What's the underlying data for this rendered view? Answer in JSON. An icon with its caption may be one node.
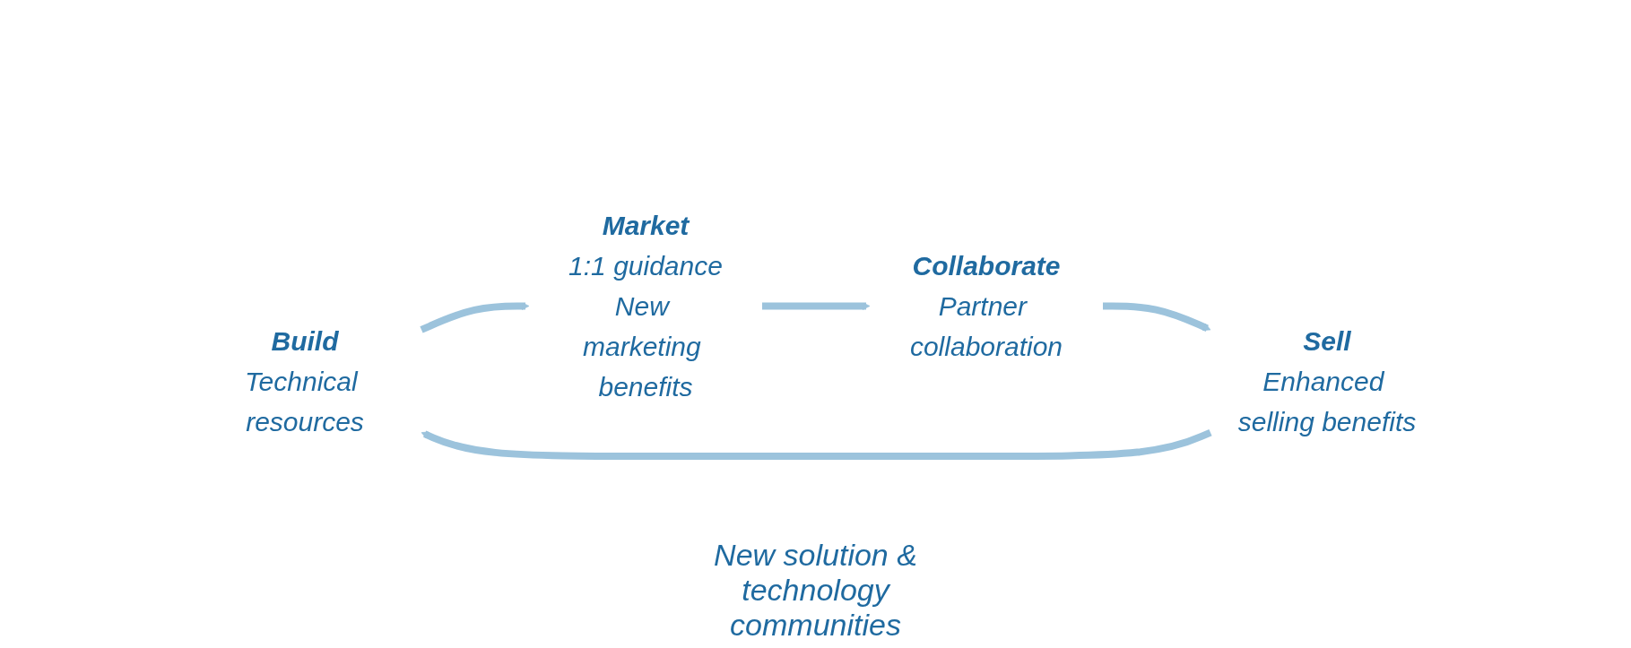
{
  "diagram": {
    "nodes": [
      {
        "text": [
          "Build",
          "Technical resources"
        ]
      },
      {
        "text": [
          "Market",
          "1:1 guidance",
          "New marketing benefits"
        ]
      },
      {
        "text": [
          "Collaborate",
          "Partner collaboration"
        ]
      },
      {
        "text": [
          "Sell",
          "Enhanced selling benefits"
        ]
      }
    ],
    "edges": [
      {
        "from": 0,
        "to": 1,
        "arrow": "to"
      },
      {
        "from": 1,
        "to": 2,
        "arrow": "to"
      },
      {
        "from": 2,
        "to": 3,
        "arrow": "to"
      },
      {
        "from": 3,
        "to": 0,
        "arrow": "to"
      }
    ],
    "labels": [
      "New solution & technology communities"
    ]
  }
}
